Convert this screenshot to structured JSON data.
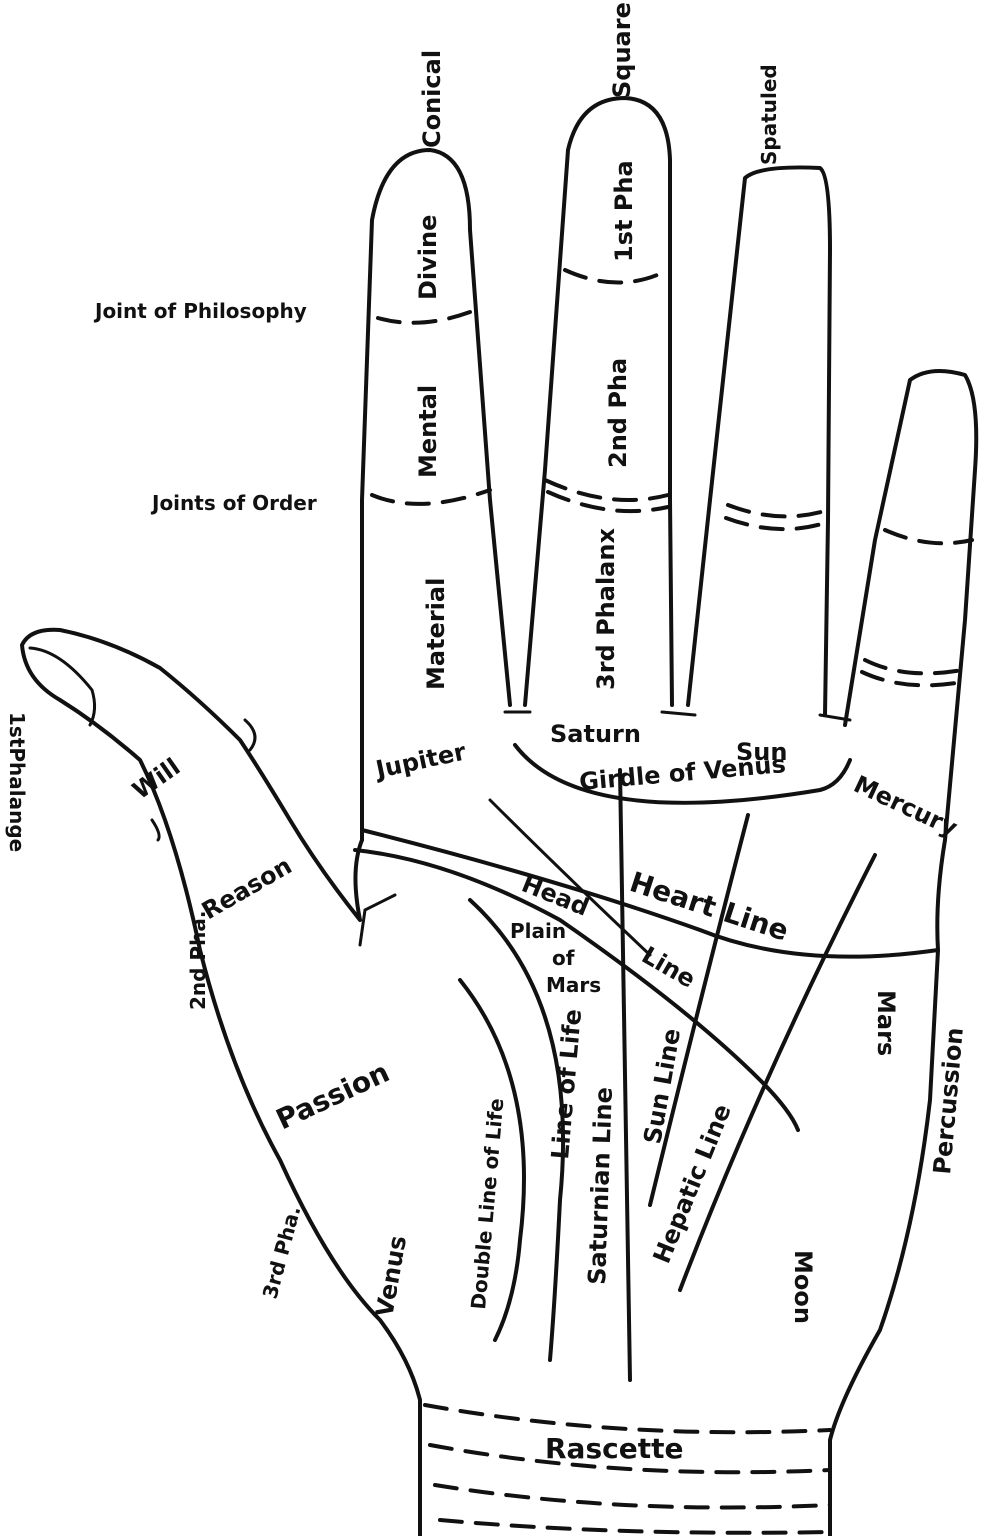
{
  "fingers": {
    "conical": "Conical",
    "square": "Square",
    "spatuled": "Spatuled"
  },
  "phalanges": {
    "divine": "Divine",
    "mental": "Mental",
    "material": "Material",
    "first_pha": "1st Pha",
    "second_pha": "2nd Pha",
    "third_phalanx": "3rd Phalanx",
    "thumb_first": "1stPhalange",
    "thumb_second": "2nd Pha.",
    "thumb_third": "3rd Pha."
  },
  "joints": {
    "philosophy": "Joint of Philosophy",
    "order": "Joints of Order"
  },
  "mounts": {
    "jupiter": "Jupiter",
    "saturn": "Saturn",
    "sun": "Sun",
    "mercury": "Mercury",
    "mars": "Mars",
    "moon": "Moon",
    "venus": "Venus",
    "plain_of_mars_1": "Plain",
    "plain_of_mars_2": "of",
    "plain_of_mars_3": "Mars"
  },
  "thumb": {
    "will": "Will",
    "reason": "Reason",
    "passion": "Passion"
  },
  "lines": {
    "girdle_of_venus": "Girdle of Venus",
    "heart_line": "Heart Line",
    "head": "Head",
    "line": "Line",
    "line_of_life": "Line of Life",
    "double_line_of_life": "Double Line of Life",
    "saturnian_line": "Saturnian Line",
    "sun_line": "Sun Line",
    "hepatic_line": "Hepatic Line",
    "percussion": "Percussion",
    "rascette": "Rascette"
  }
}
